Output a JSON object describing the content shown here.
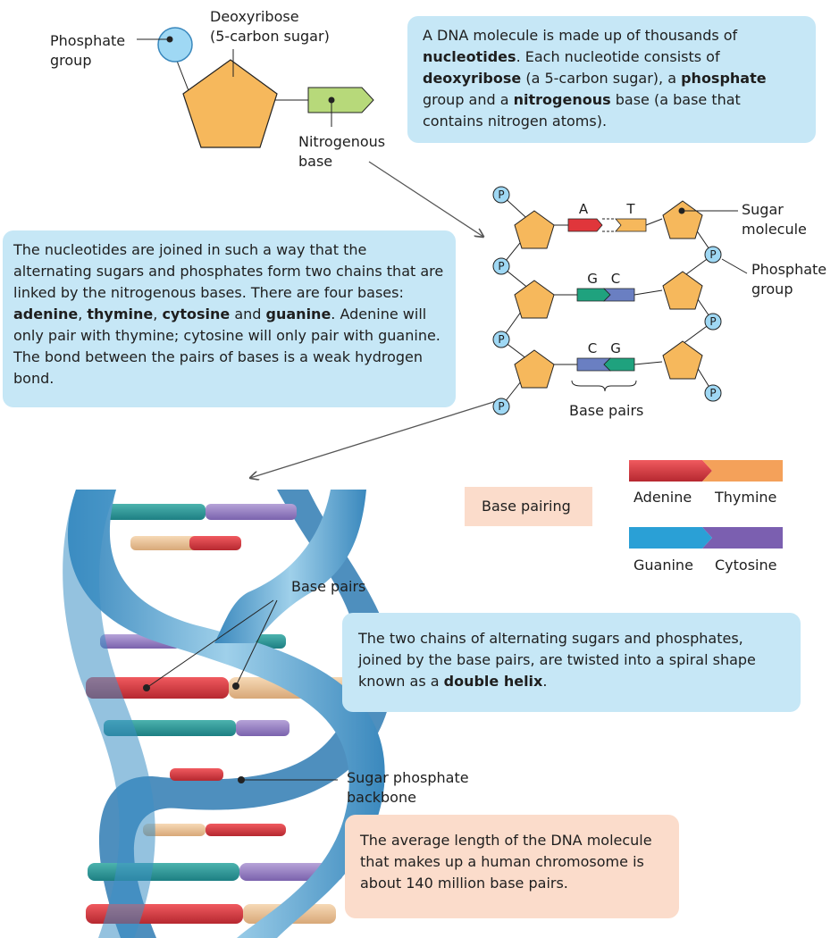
{
  "top": {
    "phosphate_label": [
      "Phosphate",
      "group"
    ],
    "deoxyribose_label": [
      "Deoxyribose",
      "(5-carbon sugar)"
    ],
    "nitrogenous_label": [
      "Nitrogenous",
      "base"
    ]
  },
  "boxes": {
    "intro": [
      {
        "t": "A DNA molecule is made up of thousands of "
      },
      {
        "t": "nucleotides",
        "b": true
      },
      {
        "t": ". Each nucleotide consists of "
      },
      {
        "t": "deoxyribose",
        "b": true
      },
      {
        "t": " (a 5-carbon sugar), a "
      },
      {
        "t": "phosphate",
        "b": true
      },
      {
        "t": " group and a "
      },
      {
        "t": "nitrogenous",
        "b": true
      },
      {
        "t": " base (a base that contains nitrogen atoms)."
      }
    ],
    "pairing": [
      {
        "t": "The nucleotides are joined in such a way that the alternating sugars and phosphates form two chains that are linked by the nitrogenous bases. There are four bases: "
      },
      {
        "t": "adenine",
        "b": true
      },
      {
        "t": ", "
      },
      {
        "t": "thymine",
        "b": true
      },
      {
        "t": ", "
      },
      {
        "t": "cytosine",
        "b": true
      },
      {
        "t": " and "
      },
      {
        "t": "guanine",
        "b": true
      },
      {
        "t": ". Adenine will only pair with thymine; cytosine will only pair with guanine. The bond between the pairs of bases is a weak hydrogen bond."
      }
    ],
    "helix": [
      {
        "t": "The two chains of alternating sugars and phosphates, joined by the base pairs, are twisted into a spiral shape known as a "
      },
      {
        "t": "double helix",
        "b": true
      },
      {
        "t": "."
      }
    ],
    "length": [
      {
        "t": "The average length of the DNA molecule that makes up a human chromosome is about 140 million base pairs."
      }
    ]
  },
  "ladder": {
    "phosphate_symbol": "P",
    "rungs": [
      {
        "left": "A",
        "right": "T"
      },
      {
        "left": "G",
        "right": "C"
      },
      {
        "left": "C",
        "right": "G"
      }
    ],
    "sugar_label": [
      "Sugar",
      "molecule"
    ],
    "phosphate_label": [
      "Phosphate",
      "group"
    ],
    "base_pairs_label": "Base pairs"
  },
  "key": {
    "title": "Base pairing",
    "row1": [
      "Adenine",
      "Thymine"
    ],
    "row2": [
      "Guanine",
      "Cytosine"
    ]
  },
  "helix": {
    "base_pairs_label": "Base pairs",
    "backbone_label": [
      "Sugar phosphate",
      "backbone"
    ]
  },
  "colors": {
    "blue_box": "#c6e7f6",
    "peach_box": "#fbdccb",
    "sugar": "#f6b85c",
    "phosphate": "#9fd8f4",
    "base_green": "#b7d97a",
    "adenine": "#e0363b",
    "thymine": "#f4a15a",
    "guanine": "#2aa0d6",
    "cytosine": "#7b5fb0"
  }
}
